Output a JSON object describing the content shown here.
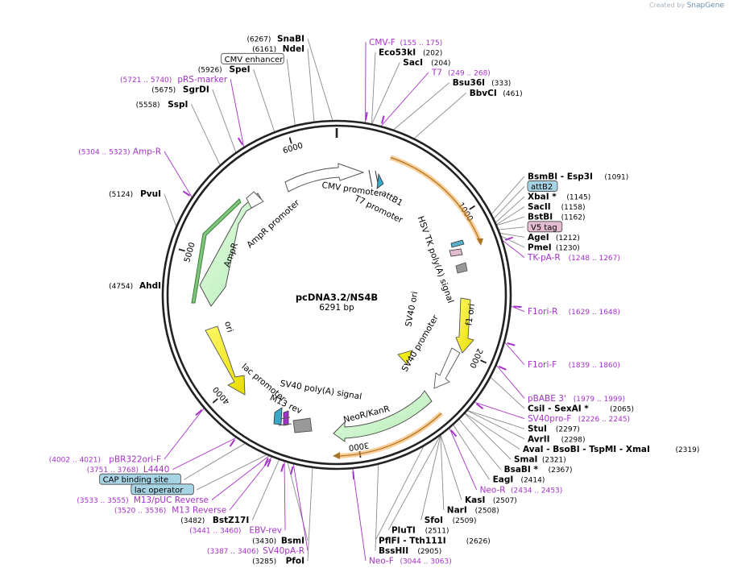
{
  "credit": {
    "prefix": "Created by",
    "brand": "SnapGene"
  },
  "plasmid": {
    "name": "pcDNA3.2/NS4B",
    "size_label": "6291 bp",
    "length": 6291
  },
  "colors": {
    "backbone": "#222222",
    "primer": "#a532c9",
    "leader": "#8a8a8a",
    "orf": "#f5a640",
    "yellow": "#f2ec14",
    "resist": "#cdf7cc",
    "promoter": "#ffffff",
    "box_feature": "#a7d4e4",
    "v5": "#e4bcd0"
  },
  "ticks": [
    {
      "label": "1000",
      "pos": 1000
    },
    {
      "label": "2000",
      "pos": 2000
    },
    {
      "label": "3000",
      "pos": 3000
    },
    {
      "label": "4000",
      "pos": 4000
    },
    {
      "label": "5000",
      "pos": 5000
    },
    {
      "label": "6000",
      "pos": 6000
    }
  ],
  "arc_labels": [
    {
      "text": "CMV promoter",
      "pos": 145
    },
    {
      "text": "T7 promoter",
      "pos": 455
    },
    {
      "text": "attB1",
      "pos": 520
    },
    {
      "text": "HSV TK poly(A) signal",
      "pos": 1230
    },
    {
      "text": "f1 ori",
      "pos": 1720
    },
    {
      "text": "SV40 promoter",
      "pos": 2100
    },
    {
      "text": "NeoR/KanR",
      "pos": 2900
    },
    {
      "text": "SV40 poly(A) signal",
      "pos": 3310
    },
    {
      "text": "M13 rev",
      "pos": 3580
    },
    {
      "text": "lac promoter",
      "pos": 3840
    },
    {
      "text": "ori",
      "pos": 4430
    },
    {
      "text": "AmpR",
      "pos": 5080
    },
    {
      "text": "AmpR promoter",
      "pos": 5560
    },
    {
      "text": "SV40 ori",
      "pos": 1760
    }
  ],
  "labels": [
    {
      "kind": "site",
      "name": "SnaBI",
      "num": "(6267)",
      "pos": 6267
    },
    {
      "kind": "site",
      "name": "NdeI",
      "num": "(6161)",
      "pos": 6161
    },
    {
      "kind": "boxed",
      "name": "CMV enhancer",
      "pos": 6050
    },
    {
      "kind": "site",
      "name": "SpeI",
      "num": "(5926)",
      "pos": 5926
    },
    {
      "kind": "primer",
      "name": "pRS-marker",
      "num": "(5721 .. 5740)",
      "pos": 5730
    },
    {
      "kind": "site",
      "name": "SgrDI",
      "num": "(5675)",
      "pos": 5675
    },
    {
      "kind": "site",
      "name": "SspI",
      "num": "(5558)",
      "pos": 5558
    },
    {
      "kind": "primer",
      "name": "Amp-R",
      "num": "(5304 .. 5323)",
      "pos": 5313
    },
    {
      "kind": "site",
      "name": "PvuI",
      "num": "(5124)",
      "pos": 5124
    },
    {
      "kind": "site",
      "name": "AhdI",
      "num": "(4754)",
      "pos": 4754
    },
    {
      "kind": "primer",
      "name": "pBR322ori-F",
      "num": "(4002 .. 4021)",
      "pos": 4011
    },
    {
      "kind": "primer",
      "name": "L4440",
      "num": "(3751 .. 3768)",
      "pos": 3760
    },
    {
      "kind": "boxed",
      "name": "CAP binding site",
      "pos": 3700
    },
    {
      "kind": "primer",
      "name": "M13/pUC Reverse",
      "num": "(3533 .. 3555)",
      "pos": 3544
    },
    {
      "kind": "boxed",
      "name": "lac operator",
      "pos": 3560
    },
    {
      "kind": "primer",
      "name": "M13 Reverse",
      "num": "(3520 .. 3536)",
      "pos": 3528
    },
    {
      "kind": "site",
      "name": "BstZ17I",
      "num": "(3482)",
      "pos": 3482
    },
    {
      "kind": "primer",
      "name": "EBV-rev",
      "num": "(3441 .. 3460)",
      "pos": 3450
    },
    {
      "kind": "site",
      "name": "BsmI",
      "num": "(3430)",
      "pos": 3430
    },
    {
      "kind": "primer",
      "name": "SV40pA-R",
      "num": "(3387 .. 3406)",
      "pos": 3396
    },
    {
      "kind": "site",
      "name": "PfoI",
      "num": "(3285)",
      "pos": 3285
    },
    {
      "kind": "primer",
      "name": "Neo-F",
      "num": "(3044 .. 3063)",
      "pos": 3053
    },
    {
      "kind": "site",
      "name": "BssHII",
      "num": "(2905)",
      "pos": 2905
    },
    {
      "kind": "site",
      "name": "PflFI - Tth111I",
      "num": "(2626)",
      "pos": 2626
    },
    {
      "kind": "site",
      "name": "PluTI",
      "num": "(2511)",
      "pos": 2511
    },
    {
      "kind": "site",
      "name": "SfoI",
      "num": "(2509)",
      "pos": 2509
    },
    {
      "kind": "site",
      "name": "NarI",
      "num": "(2508)",
      "pos": 2508
    },
    {
      "kind": "site",
      "name": "KasI",
      "num": "(2507)",
      "pos": 2507
    },
    {
      "kind": "primer",
      "name": "Neo-R",
      "num": "(2434 .. 2453)",
      "pos": 2443
    },
    {
      "kind": "site",
      "name": "EagI",
      "num": "(2414)",
      "pos": 2414
    },
    {
      "kind": "site",
      "name": "BsaBI *",
      "num": "(2367)",
      "pos": 2367
    },
    {
      "kind": "site",
      "name": "SmaI",
      "num": "(2321)",
      "pos": 2321
    },
    {
      "kind": "site",
      "name": "AvaI - BsoBI - TspMI - XmaI",
      "num": "(2319)",
      "pos": 2319
    },
    {
      "kind": "site",
      "name": "AvrII",
      "num": "(2298)",
      "pos": 2298
    },
    {
      "kind": "site",
      "name": "StuI",
      "num": "(2297)",
      "pos": 2297
    },
    {
      "kind": "primer",
      "name": "SV40pro-F",
      "num": "(2226 .. 2245)",
      "pos": 2235
    },
    {
      "kind": "site",
      "name": "CsiI - SexAI *",
      "num": "(2065)",
      "pos": 2065
    },
    {
      "kind": "primer",
      "name": "pBABE 3'",
      "num": "(1979 .. 1999)",
      "pos": 1989
    },
    {
      "kind": "primer",
      "name": "F1ori-F",
      "num": "(1839 .. 1860)",
      "pos": 1849
    },
    {
      "kind": "primer",
      "name": "F1ori-R",
      "num": "(1629 .. 1648)",
      "pos": 1638
    },
    {
      "kind": "primer",
      "name": "TK-pA-R",
      "num": "(1248 .. 1267)",
      "pos": 1257
    },
    {
      "kind": "site",
      "name": "PmeI",
      "num": "(1230)",
      "pos": 1230
    },
    {
      "kind": "site",
      "name": "AgeI",
      "num": "(1212)",
      "pos": 1212
    },
    {
      "kind": "boxed",
      "name": "V5 tag",
      "pos": 1190
    },
    {
      "kind": "site",
      "name": "BstBI",
      "num": "(1162)",
      "pos": 1162
    },
    {
      "kind": "site",
      "name": "SacII",
      "num": "(1158)",
      "pos": 1158
    },
    {
      "kind": "site",
      "name": "XbaI *",
      "num": "(1145)",
      "pos": 1145
    },
    {
      "kind": "boxed",
      "name": "attB2",
      "pos": 1120
    },
    {
      "kind": "site",
      "name": "BsmBI - Esp3I",
      "num": "(1091)",
      "pos": 1091
    },
    {
      "kind": "site",
      "name": "BbvCI",
      "num": "(461)",
      "pos": 461
    },
    {
      "kind": "site",
      "name": "Bsu36I",
      "num": "(333)",
      "pos": 333
    },
    {
      "kind": "primer",
      "name": "T7",
      "num": "(249 .. 268)",
      "pos": 258
    },
    {
      "kind": "site",
      "name": "SacI",
      "num": "(204)",
      "pos": 204
    },
    {
      "kind": "site",
      "name": "Eco53kI",
      "num": "(202)",
      "pos": 202
    },
    {
      "kind": "primer",
      "name": "CMV-F",
      "num": "(155 .. 175)",
      "pos": 165
    }
  ]
}
